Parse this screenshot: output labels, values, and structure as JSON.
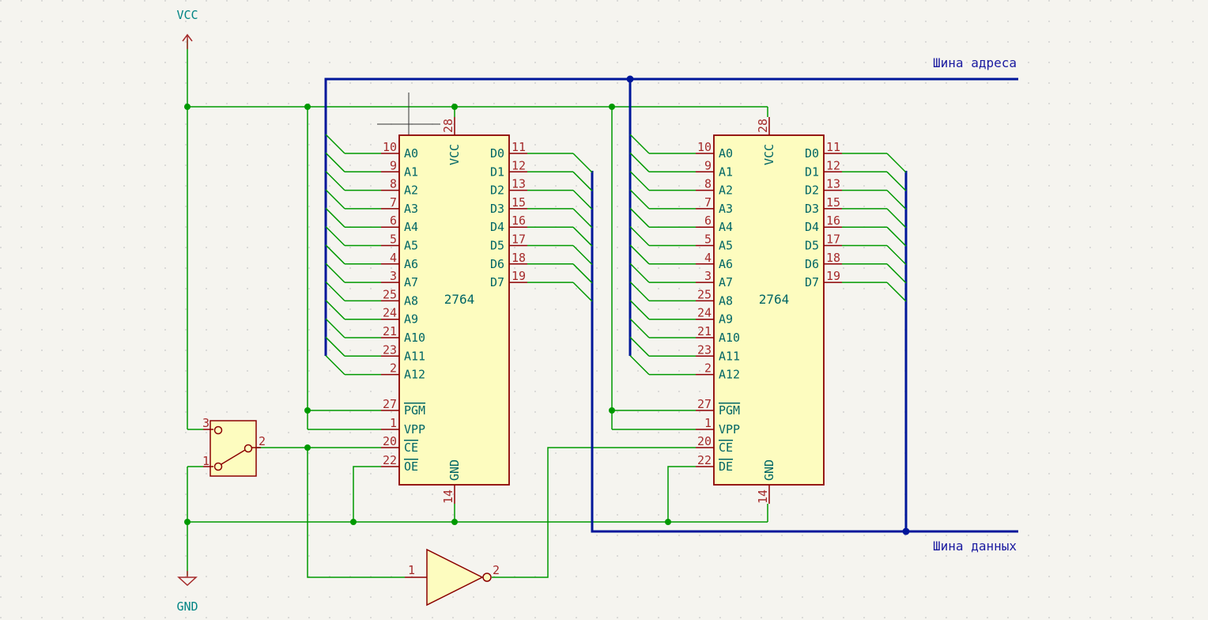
{
  "colors": {
    "background": "#f5f4ef",
    "grid": "#c8c8c8",
    "wire": "#009900",
    "bus": "#00169a",
    "body_outline": "#8b0000",
    "body_fill": "#fdfcbf",
    "pin_line": "#8b0000",
    "pin_number": "#a52a2a",
    "pin_name": "#006666",
    "power_label": "#008484",
    "bus_label": "#1a1aa0",
    "junction": "#009900",
    "bus_junction": "#00169a"
  },
  "power": {
    "vcc": "VCC",
    "gnd": "GND"
  },
  "buses": {
    "address": "Шина адреса",
    "data": "Шина данных"
  },
  "chips": [
    {
      "ref": "2764",
      "vcc_pin": {
        "num": "28",
        "name": "VCC"
      },
      "gnd_pin": {
        "num": "14",
        "name": "GND"
      },
      "address_pins": [
        {
          "num": "10",
          "name": "A0"
        },
        {
          "num": "9",
          "name": "A1"
        },
        {
          "num": "8",
          "name": "A2"
        },
        {
          "num": "7",
          "name": "A3"
        },
        {
          "num": "6",
          "name": "A4"
        },
        {
          "num": "5",
          "name": "A5"
        },
        {
          "num": "4",
          "name": "A6"
        },
        {
          "num": "3",
          "name": "A7"
        },
        {
          "num": "25",
          "name": "A8"
        },
        {
          "num": "24",
          "name": "A9"
        },
        {
          "num": "21",
          "name": "A10"
        },
        {
          "num": "23",
          "name": "A11"
        },
        {
          "num": "2",
          "name": "A12"
        }
      ],
      "control_pins": [
        {
          "num": "27",
          "name": "PGM",
          "overbar": true
        },
        {
          "num": "1",
          "name": "VPP",
          "overbar": false
        },
        {
          "num": "20",
          "name": "CE",
          "overbar": true
        },
        {
          "num": "22",
          "name": "OE",
          "overbar": true
        }
      ],
      "data_pins": [
        {
          "num": "11",
          "name": "D0"
        },
        {
          "num": "12",
          "name": "D1"
        },
        {
          "num": "13",
          "name": "D2"
        },
        {
          "num": "15",
          "name": "D3"
        },
        {
          "num": "16",
          "name": "D4"
        },
        {
          "num": "17",
          "name": "D5"
        },
        {
          "num": "18",
          "name": "D6"
        },
        {
          "num": "19",
          "name": "D7"
        }
      ]
    },
    {
      "ref": "2764",
      "vcc_pin": {
        "num": "28",
        "name": "VCC"
      },
      "gnd_pin": {
        "num": "14",
        "name": "GND"
      },
      "address_pins": [
        {
          "num": "10",
          "name": "A0"
        },
        {
          "num": "9",
          "name": "A1"
        },
        {
          "num": "8",
          "name": "A2"
        },
        {
          "num": "7",
          "name": "A3"
        },
        {
          "num": "6",
          "name": "A4"
        },
        {
          "num": "5",
          "name": "A5"
        },
        {
          "num": "4",
          "name": "A6"
        },
        {
          "num": "3",
          "name": "A7"
        },
        {
          "num": "25",
          "name": "A8"
        },
        {
          "num": "24",
          "name": "A9"
        },
        {
          "num": "21",
          "name": "A10"
        },
        {
          "num": "23",
          "name": "A11"
        },
        {
          "num": "2",
          "name": "A12"
        }
      ],
      "control_pins": [
        {
          "num": "27",
          "name": "PGM",
          "overbar": true
        },
        {
          "num": "1",
          "name": "VPP",
          "overbar": false
        },
        {
          "num": "20",
          "name": "CE",
          "overbar": true
        },
        {
          "num": "22",
          "name": "DE",
          "overbar": true
        }
      ],
      "data_pins": [
        {
          "num": "11",
          "name": "D0"
        },
        {
          "num": "12",
          "name": "D1"
        },
        {
          "num": "13",
          "name": "D2"
        },
        {
          "num": "15",
          "name": "D3"
        },
        {
          "num": "16",
          "name": "D4"
        },
        {
          "num": "17",
          "name": "D5"
        },
        {
          "num": "18",
          "name": "D6"
        },
        {
          "num": "19",
          "name": "D7"
        }
      ]
    }
  ],
  "switch": {
    "pins": [
      "3",
      "1",
      "2"
    ]
  },
  "inverter": {
    "pins": [
      "1",
      "2"
    ]
  }
}
